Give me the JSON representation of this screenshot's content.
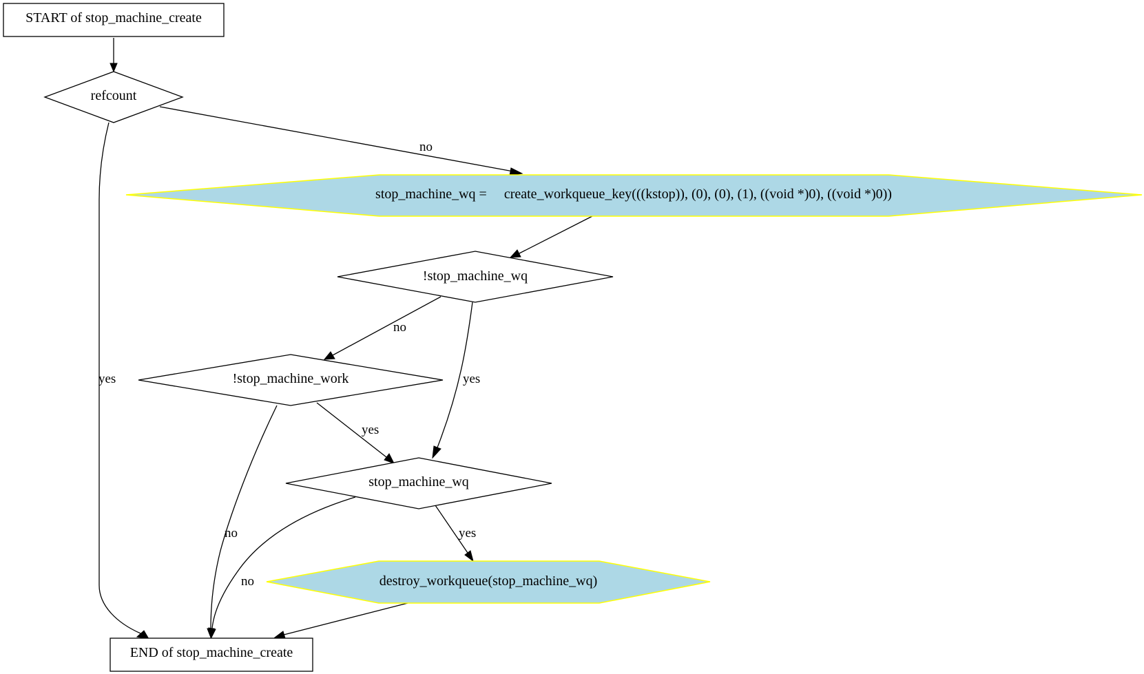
{
  "diagram": {
    "type": "flowchart",
    "nodes": {
      "start": "START of stop_machine_create",
      "refcount": "refcount",
      "create_wq": "stop_machine_wq =     create_workqueue_key(((kstop)), (0), (0), (1), ((void *)0), ((void *)0))",
      "not_wq": "!stop_machine_wq",
      "not_work": "!stop_machine_work",
      "wq": "stop_machine_wq",
      "destroy_wq": "destroy_workqueue(stop_machine_wq)",
      "end": "END of stop_machine_create"
    },
    "edges": {
      "start_to_refcount": "",
      "refcount_yes": "yes",
      "refcount_no": "no",
      "create_to_not_wq": "",
      "not_wq_no": "no",
      "not_wq_yes": "yes",
      "not_work_yes": "yes",
      "not_work_no": "no",
      "wq_yes": "yes",
      "wq_no": "no",
      "destroy_to_end": ""
    },
    "colors": {
      "action_fill": "#add8e6",
      "action_border": "#ffff00",
      "line": "#000000",
      "background": "#ffffff"
    }
  }
}
